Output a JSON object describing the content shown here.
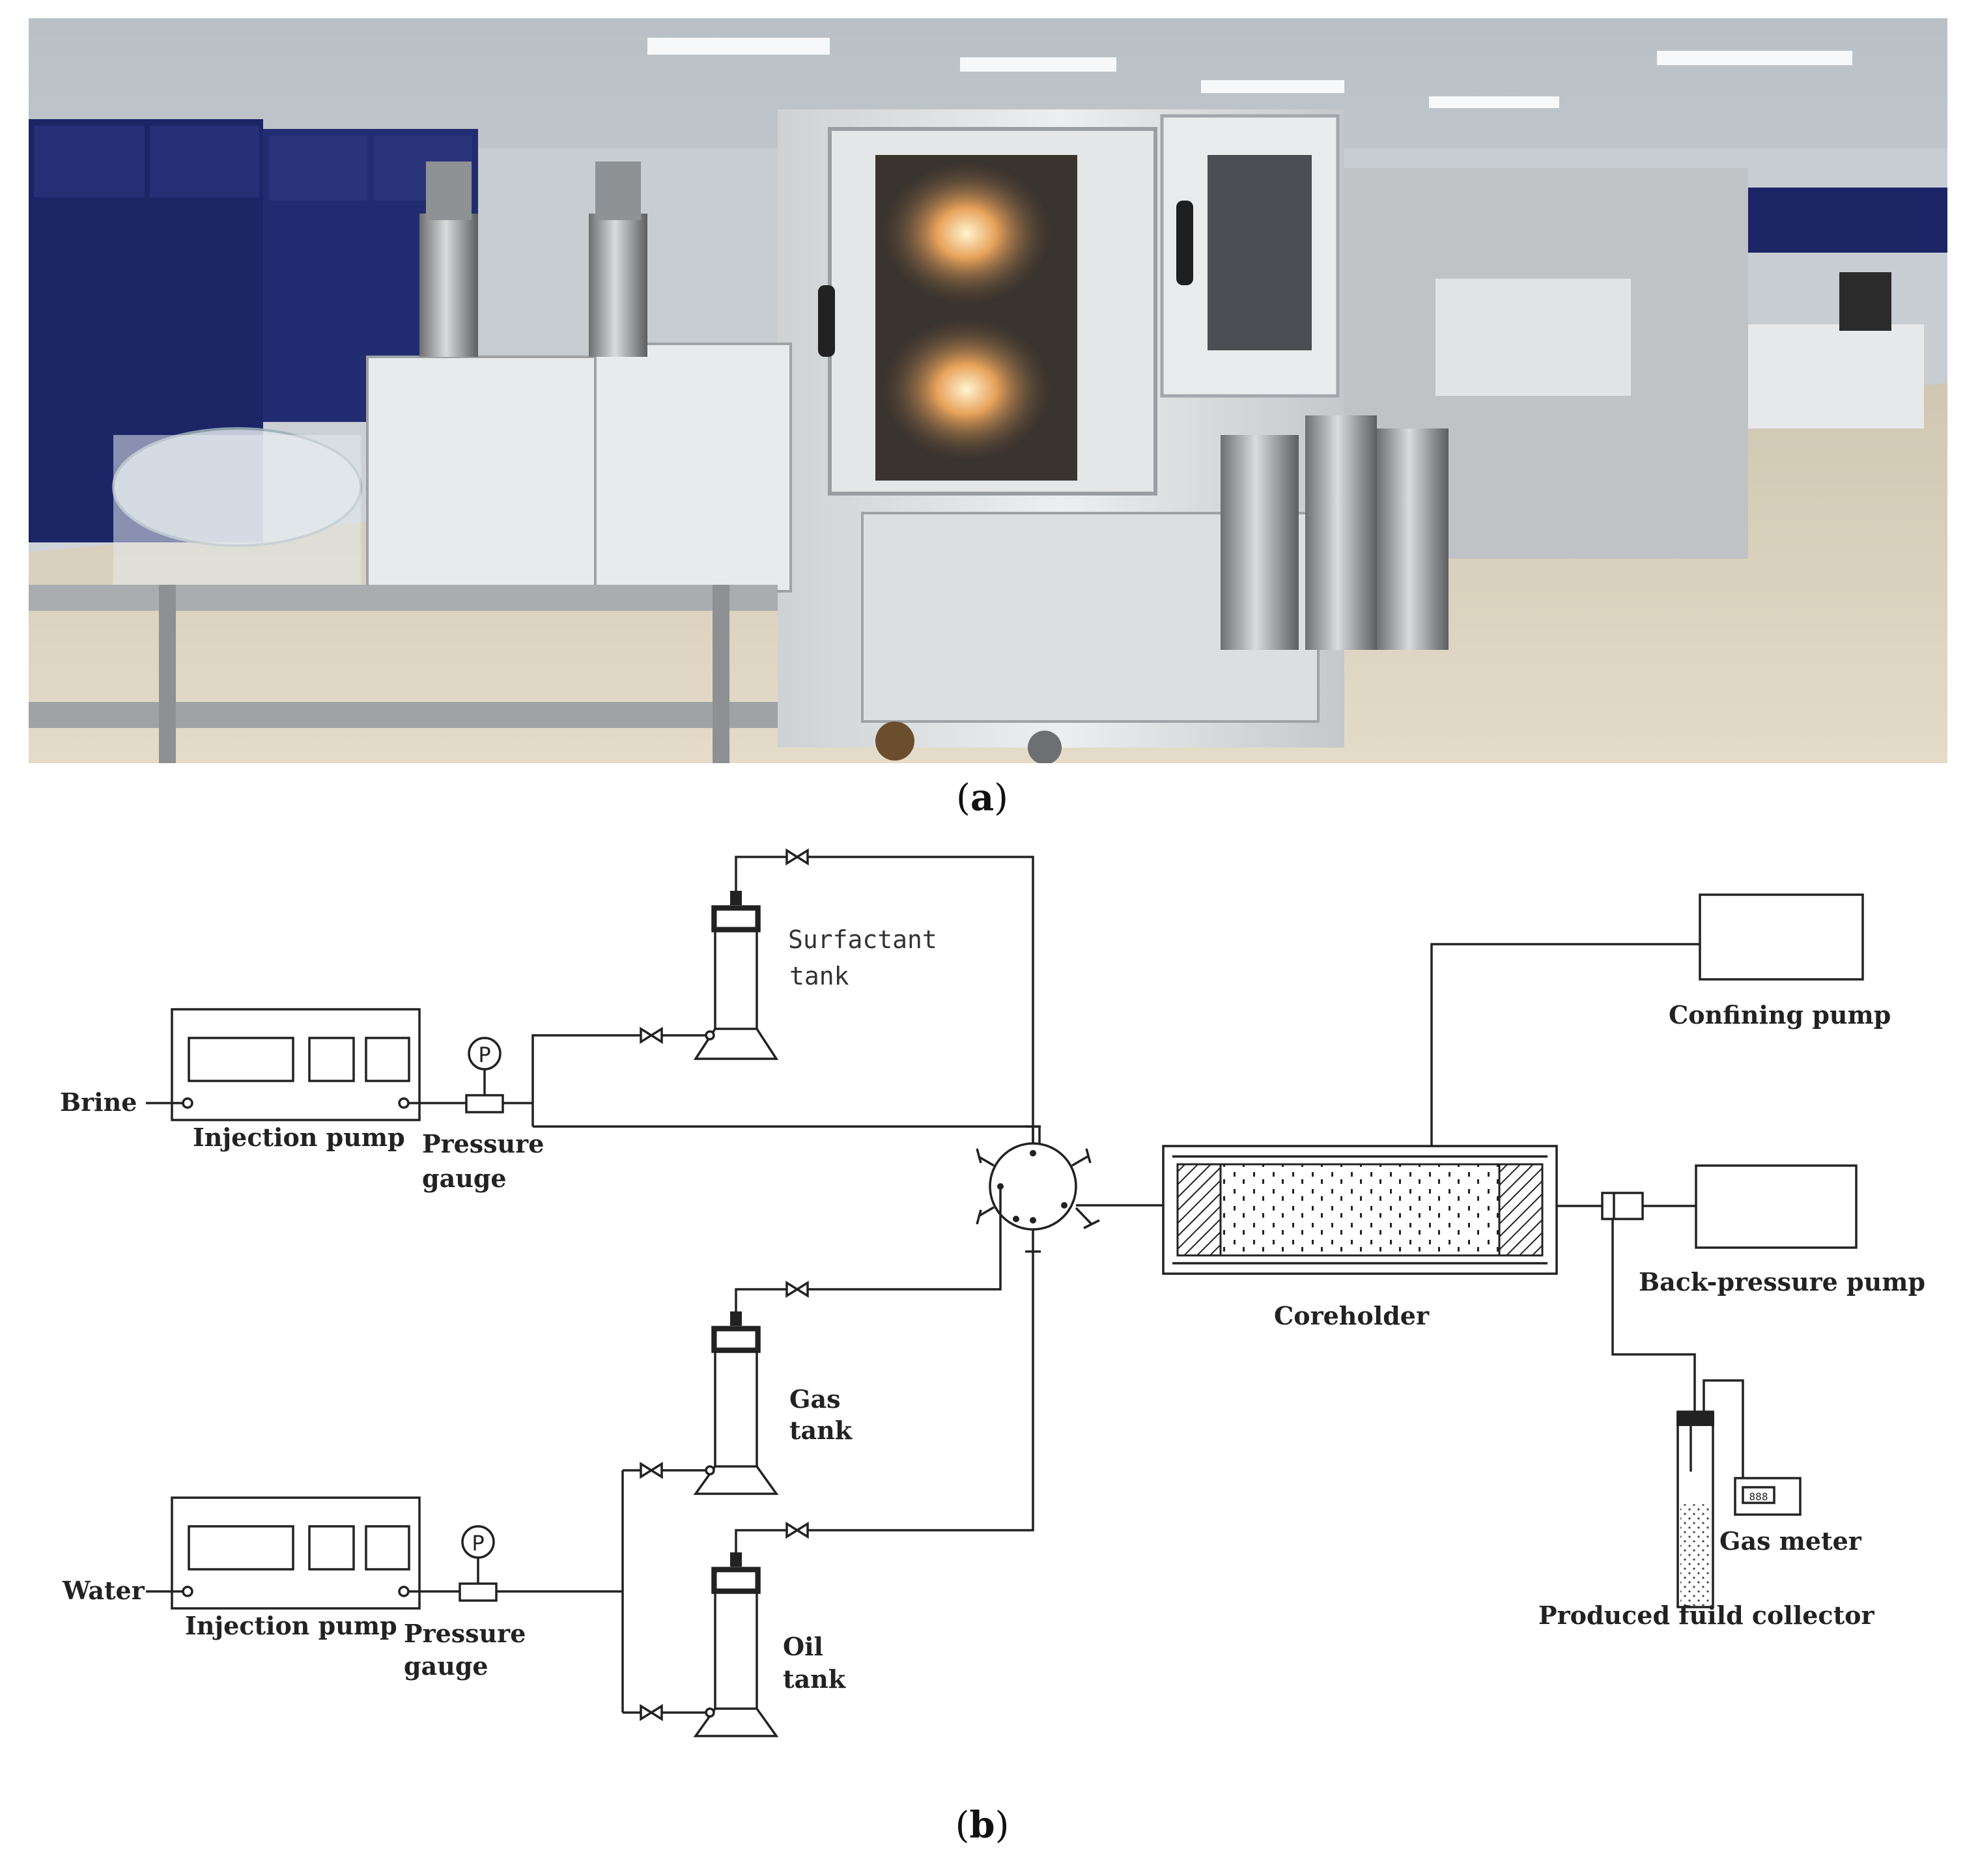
{
  "captions": {
    "a": "a",
    "b": "b"
  },
  "diagram": {
    "brine": "Brine",
    "water": "Water",
    "injection_pump_top": "Injection pump",
    "injection_pump_bottom": "Injection pump",
    "pressure_top": "Pressure",
    "gauge_top": "gauge",
    "pressure_bottom": "Pressure",
    "gauge_bottom": "gauge",
    "gauge_symbol_top": "P",
    "gauge_symbol_bottom": "P",
    "surfactant_tank_1": "Surfactant",
    "surfactant_tank_2": "tank",
    "gas_tank_1": "Gas",
    "gas_tank_2": "tank",
    "oil_tank_1": "Oil",
    "oil_tank_2": "tank",
    "coreholder": "Coreholder",
    "confining_pump": "Confining  pump",
    "back_pressure_pump": "Back-pressure  pump",
    "gas_meter": "Gas  meter",
    "gas_meter_display": "888",
    "collector": "Produced fuild collector"
  },
  "colors": {
    "line": "#222222",
    "cabinet": "#1c2566",
    "equipment": "#dcdcdc",
    "floor": "#d9d0bc"
  }
}
